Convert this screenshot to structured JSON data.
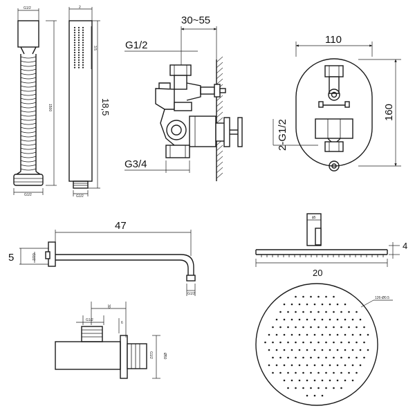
{
  "labels": {
    "g12_top": "G1/2",
    "range_30_55": "30~55",
    "g34": "G3/4",
    "width_110": "110",
    "height_160": "160",
    "two_g12": "2-G1/2",
    "hand_len": "18,5",
    "arm_len": "47",
    "arm_drop": "5",
    "head_thk": "4",
    "head_dia": "20"
  },
  "tiny": {
    "hose_top": "G1/2",
    "hose_len": "1500",
    "hose_bot": "G1/2",
    "hand_top": "2",
    "hand_mid": "3.5",
    "hand_bot": "G1/2",
    "arm_wall": "G1/2",
    "arm_end": "G1/2",
    "head_top": "ϕ5",
    "nozzle": "126-Ø0.5",
    "out_30": "30",
    "out_g12": "G1/2",
    "out_6": "6",
    "out_g12b": "G1/2",
    "out_phi": "Ø50"
  }
}
